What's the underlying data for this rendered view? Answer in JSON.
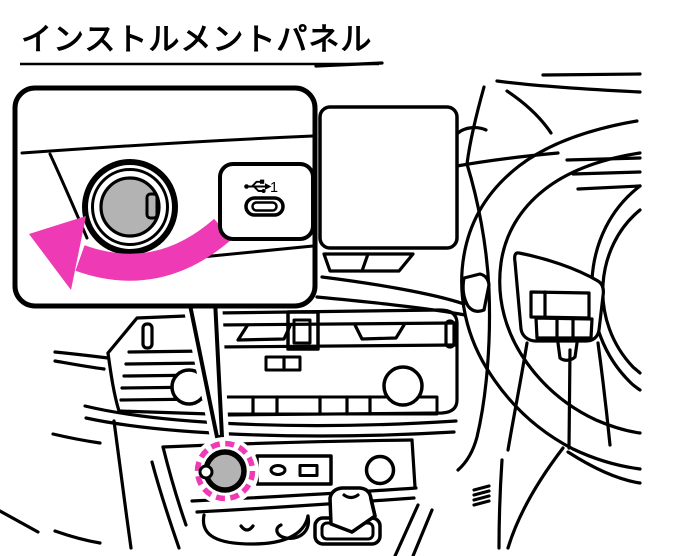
{
  "title": {
    "text": "インストルメントパネル"
  },
  "callout": {
    "usb_port_number": "1",
    "arrow_direction": "counterclockwise"
  },
  "icons": {
    "usb": "usb-icon",
    "rotate_arrow": "rotate-counterclockwise-arrow-icon",
    "outlet_highlight": "dashed-circle-highlight"
  },
  "colors": {
    "line": "#000000",
    "highlight_magenta": "#ee3ab5",
    "outlet_gray": "#b3b3b3",
    "background": "#ffffff"
  }
}
